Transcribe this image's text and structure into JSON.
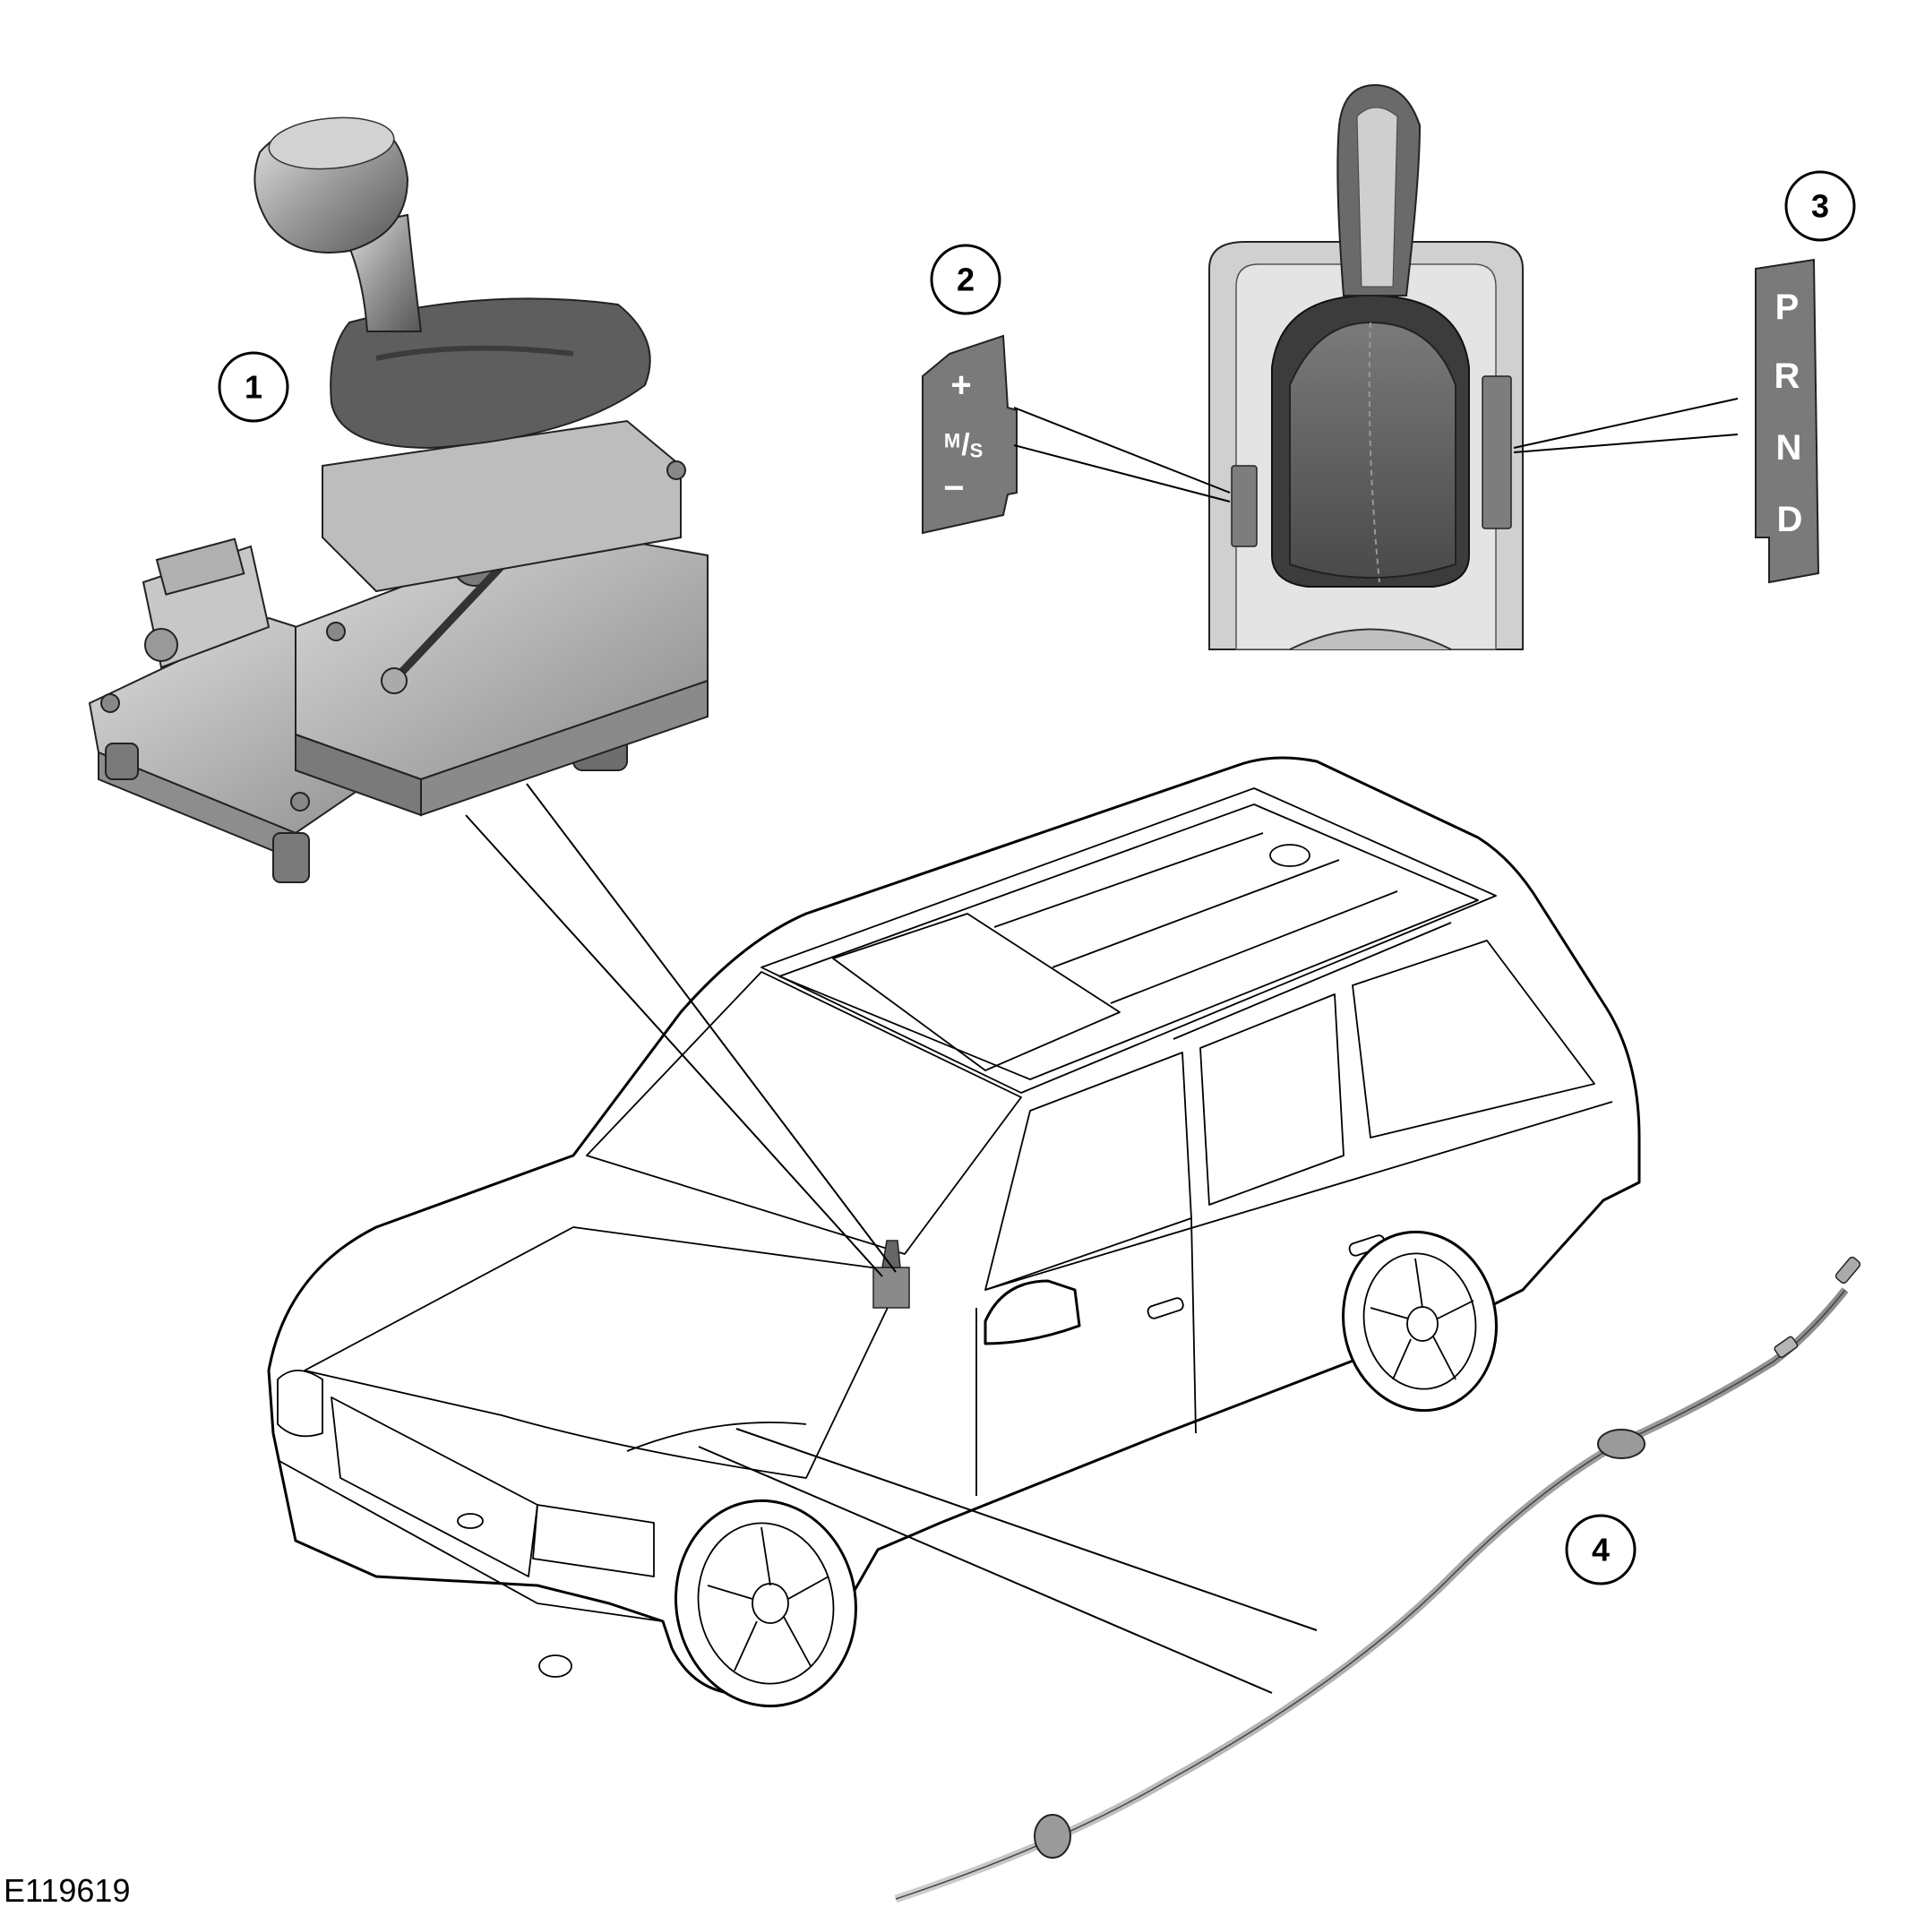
{
  "figure_id": "E119619",
  "callouts": [
    {
      "label": "1",
      "target": "selector-assembly"
    },
    {
      "label": "2",
      "target": "manual-gate-indicator"
    },
    {
      "label": "3",
      "target": "gear-position-indicator"
    },
    {
      "label": "4",
      "target": "selector-cable"
    }
  ],
  "manual_gate": {
    "plus": "+",
    "mode_m": "M",
    "mode_s": "S",
    "minus": "−"
  },
  "gear_positions": [
    "P",
    "R",
    "N",
    "D"
  ],
  "colors": {
    "line": "#000000",
    "shade_dark": "#555555",
    "shade_mid": "#9a9a9a",
    "shade_light": "#d8d8d8",
    "background": "#ffffff"
  }
}
